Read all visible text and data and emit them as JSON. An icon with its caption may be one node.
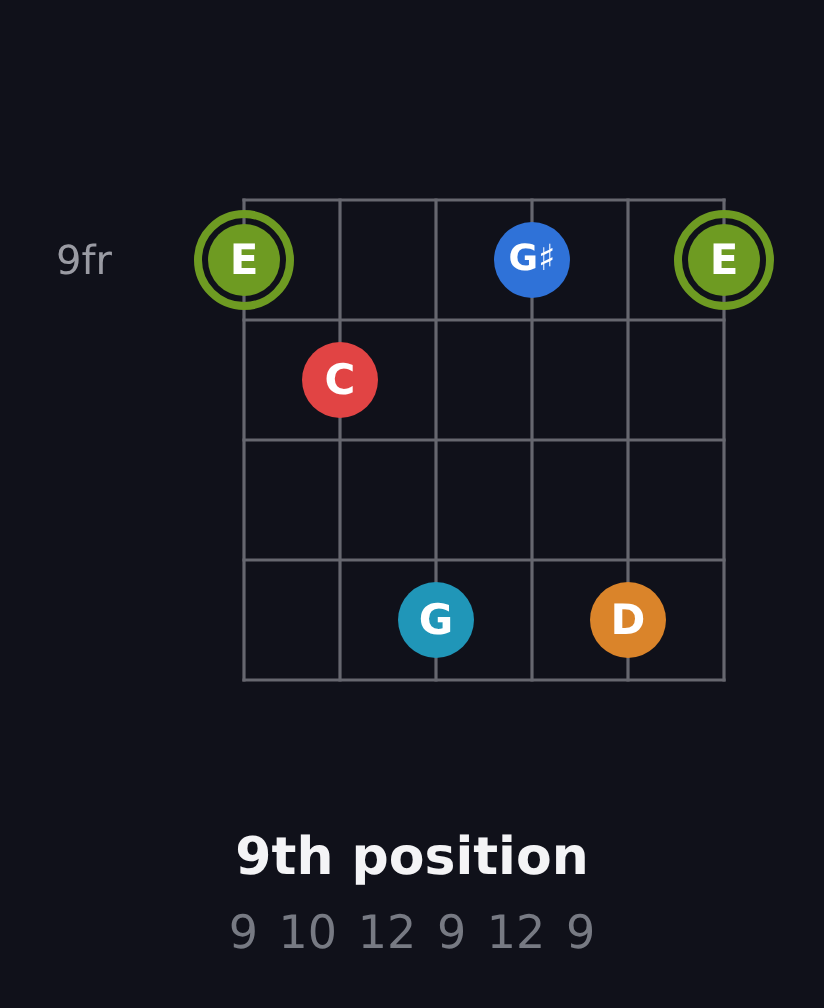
{
  "diagram": {
    "title": "9th position",
    "nodes": [
      {
        "text": [
          "E"
        ]
      },
      {
        "text": [
          "G♯"
        ]
      },
      {
        "text": [
          "E"
        ]
      },
      {
        "text": [
          "C"
        ]
      },
      {
        "text": [
          "G"
        ]
      },
      {
        "text": [
          "D"
        ]
      }
    ],
    "labels": [
      "9fr",
      "9 10 12 9 12 9"
    ]
  }
}
